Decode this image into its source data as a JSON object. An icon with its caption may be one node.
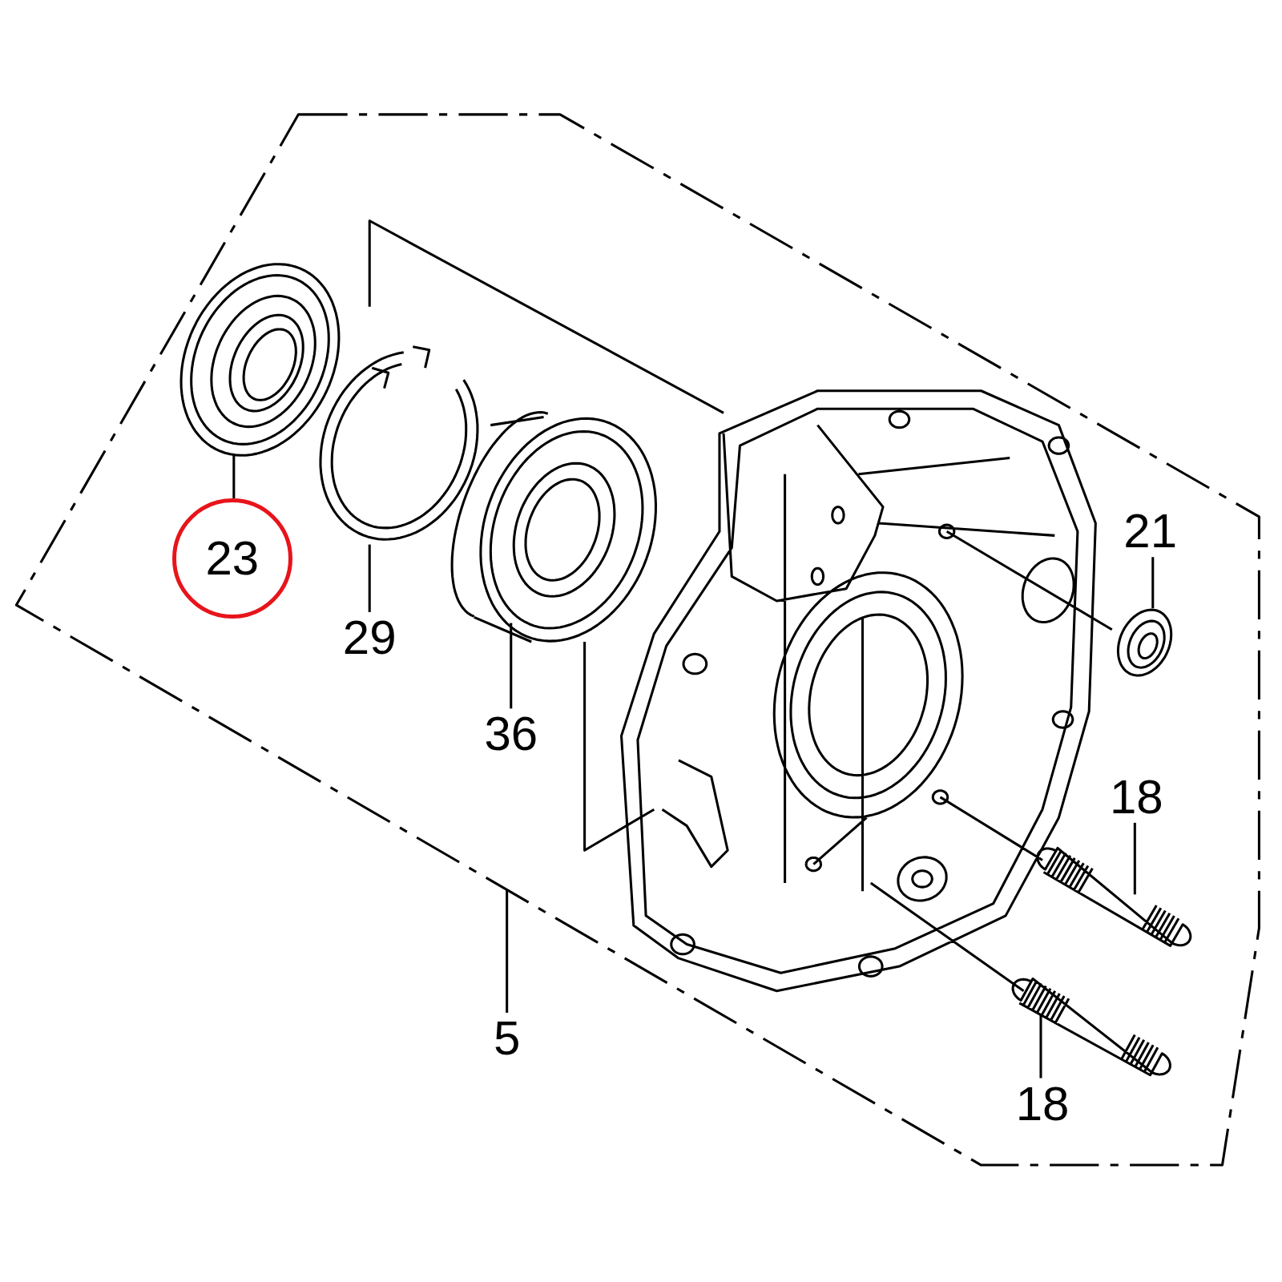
{
  "diagram": {
    "nodes": [
      {
        "text": [
          "23"
        ],
        "in": 13
      },
      {
        "text": [],
        "shape": "picture",
        "in": 13
      },
      {
        "text": [
          "29"
        ],
        "in": 13
      },
      {
        "text": [],
        "shape": "picture",
        "in": 13
      },
      {
        "text": [
          "36"
        ],
        "in": 13
      },
      {
        "text": [],
        "shape": "picture",
        "in": 13
      },
      {
        "text": [
          "21"
        ],
        "in": 13
      },
      {
        "text": [],
        "shape": "picture",
        "in": 13
      },
      {
        "text": [
          "18"
        ],
        "in": 13
      },
      {
        "text": [],
        "shape": "picture",
        "in": 13
      },
      {
        "text": [
          "18"
        ],
        "in": 13
      },
      {
        "text": [],
        "shape": "picture",
        "in": 13
      },
      {
        "text": [
          "5"
        ]
      },
      {
        "text": [],
        "shape": "box"
      }
    ],
    "edges": [
      {
        "from": 0,
        "to": 1,
        "arrow": "none"
      },
      {
        "from": 2,
        "to": 3,
        "arrow": "none"
      },
      {
        "from": 4,
        "to": 5,
        "arrow": "none"
      },
      {
        "from": 6,
        "to": 7,
        "arrow": "none"
      },
      {
        "from": 8,
        "to": 9,
        "arrow": "none"
      },
      {
        "from": 10,
        "to": 11,
        "arrow": "none"
      },
      {
        "from": 12,
        "to": 13,
        "arrow": "none"
      }
    ]
  }
}
